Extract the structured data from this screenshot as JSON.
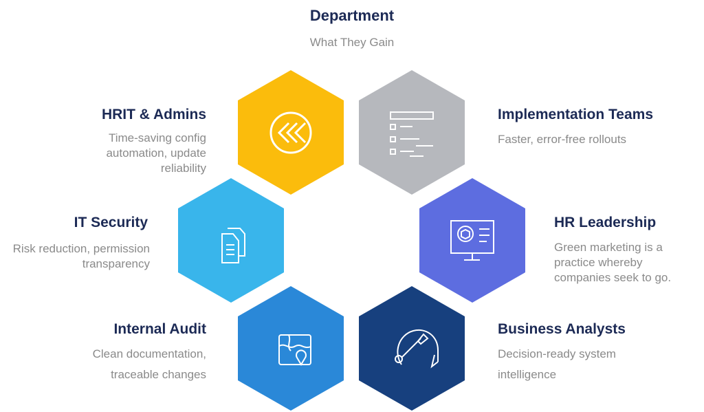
{
  "header": {
    "title": "Department",
    "subtitle": "What They Gain"
  },
  "colors": {
    "hrit": "#fbbc0c",
    "implementation": "#b6b8bd",
    "it_security": "#39b5eb",
    "hr_leadership": "#5d6de0",
    "internal_audit": "#2a88d8",
    "business_analysts": "#17407e"
  },
  "items": {
    "hrit": {
      "title": "HRIT & Admins",
      "desc": "Time-saving config automation, update reliability",
      "icon": "double-chevron-left-icon"
    },
    "implementation": {
      "title": "Implementation Teams",
      "desc": "Faster, error-free rollouts",
      "icon": "checklist-icon"
    },
    "it_security": {
      "title": "IT Security",
      "desc": "Risk reduction, permission transparency",
      "icon": "documents-icon"
    },
    "hr_leadership": {
      "title": "HR Leadership",
      "desc": "Green marketing is a practice whereby companies seek to go.",
      "icon": "monitor-box-icon"
    },
    "internal_audit": {
      "title": "Internal Audit",
      "desc": "Clean documentation, traceable changes",
      "icon": "map-pin-icon"
    },
    "business_analysts": {
      "title": "Business Analysts",
      "desc": "Decision-ready system intelligence",
      "icon": "wrench-chat-icon"
    }
  }
}
